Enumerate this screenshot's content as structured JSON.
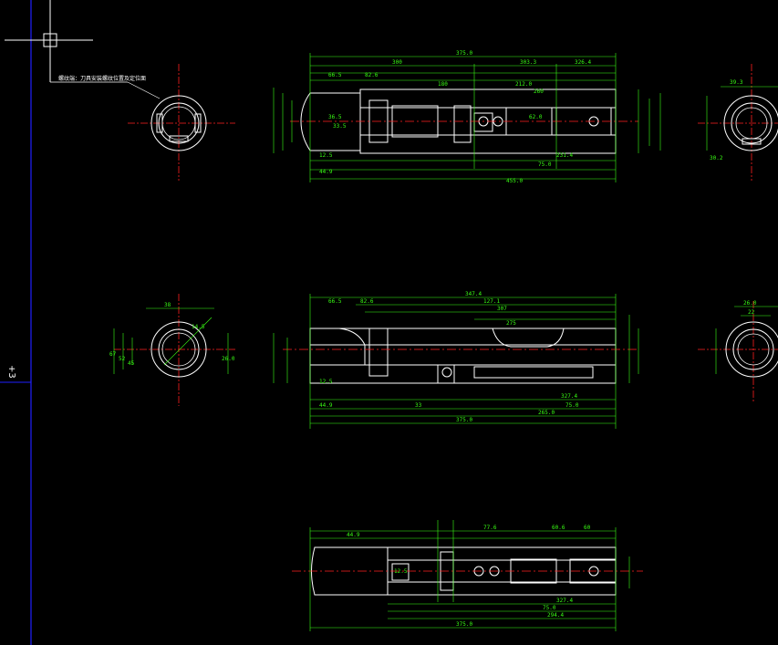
{
  "drawing": {
    "annotation_note": "螺纹端：刀具安装螺纹位置及定位面",
    "axis_label": "+3",
    "colors": {
      "background": "#000000",
      "outline": "#ffffff",
      "dimension": "#39ff14",
      "centerline": "#ff2020",
      "frame": "#2020ff"
    },
    "top_view_dims": {
      "overall": "375.0",
      "seg_a": "300",
      "seg_b": "303.3",
      "seg_c": "326.4",
      "d1": "66.5",
      "d2": "82.6",
      "d3": "180",
      "d4": "212.0",
      "d5": "260",
      "left1": "36.5",
      "left2": "33.5",
      "bottom1": "44.9",
      "bottom2": "231.4",
      "bottom3": "75.0",
      "bottom4": "455.0",
      "small1": "12.5",
      "small2": "62.0"
    },
    "mid_view_dims": {
      "overall": "375.0",
      "top1": "347.4",
      "top2": "127.1",
      "top3": "307",
      "top4": "275",
      "d1": "66.5",
      "d2": "82.6",
      "bottom1": "44.9",
      "bottom2": "33",
      "bottom3": "75.0",
      "bottom4": "265.0",
      "bottom5": "327.4",
      "small": "12.5"
    },
    "bot_view_dims": {
      "overall": "375.0",
      "top1": "44.9",
      "top2": "77.6",
      "top3": "60.6",
      "top4": "60",
      "bottom1": "327.4",
      "bottom2": "75.0",
      "bottom3": "294.4",
      "small": "12.5"
    },
    "left_circle_dims": [
      "67",
      "52",
      "45",
      "38",
      "14.5",
      "26.0"
    ],
    "right_circle_dims": [
      "39.3",
      "30.2",
      "26.0",
      "22"
    ]
  }
}
